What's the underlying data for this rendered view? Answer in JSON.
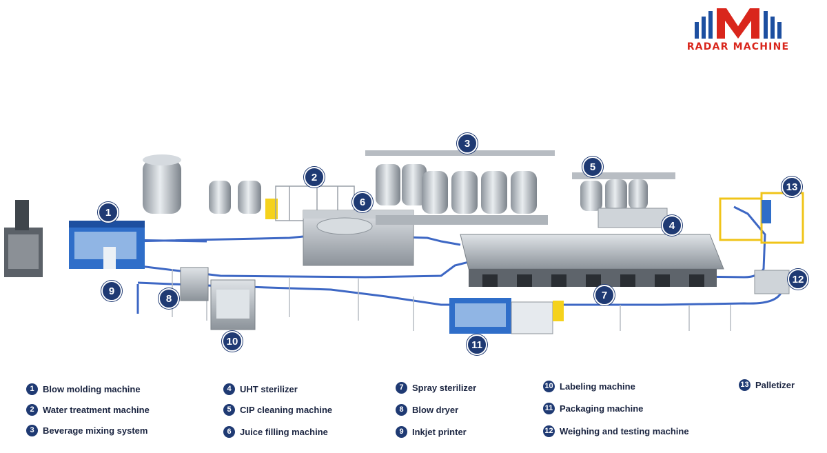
{
  "brand": {
    "name": "RADAR MACHINE",
    "colors": {
      "red": "#d9261c",
      "blue": "#1d4fa0"
    }
  },
  "badges": [
    {
      "num": "1"
    },
    {
      "num": "2"
    },
    {
      "num": "3"
    },
    {
      "num": "4"
    },
    {
      "num": "5"
    },
    {
      "num": "6"
    },
    {
      "num": "7"
    },
    {
      "num": "8"
    },
    {
      "num": "9"
    },
    {
      "num": "10"
    },
    {
      "num": "11"
    },
    {
      "num": "12"
    },
    {
      "num": "13"
    }
  ],
  "legend": [
    {
      "num": "1",
      "label": "Blow molding machine"
    },
    {
      "num": "2",
      "label": "Water treatment machine"
    },
    {
      "num": "3",
      "label": "Beverage mixing system"
    },
    {
      "num": "4",
      "label": "UHT sterilizer"
    },
    {
      "num": "5",
      "label": "CIP cleaning machine"
    },
    {
      "num": "6",
      "label": "Juice filling machine"
    },
    {
      "num": "7",
      "label": "Spray sterilizer"
    },
    {
      "num": "8",
      "label": "Blow dryer"
    },
    {
      "num": "9",
      "label": "Inkjet printer"
    },
    {
      "num": "10",
      "label": "Labeling machine"
    },
    {
      "num": "11",
      "label": "Packaging machine"
    },
    {
      "num": "12",
      "label": "Weighing and testing machine"
    },
    {
      "num": "13",
      "label": "Palletizer"
    }
  ]
}
